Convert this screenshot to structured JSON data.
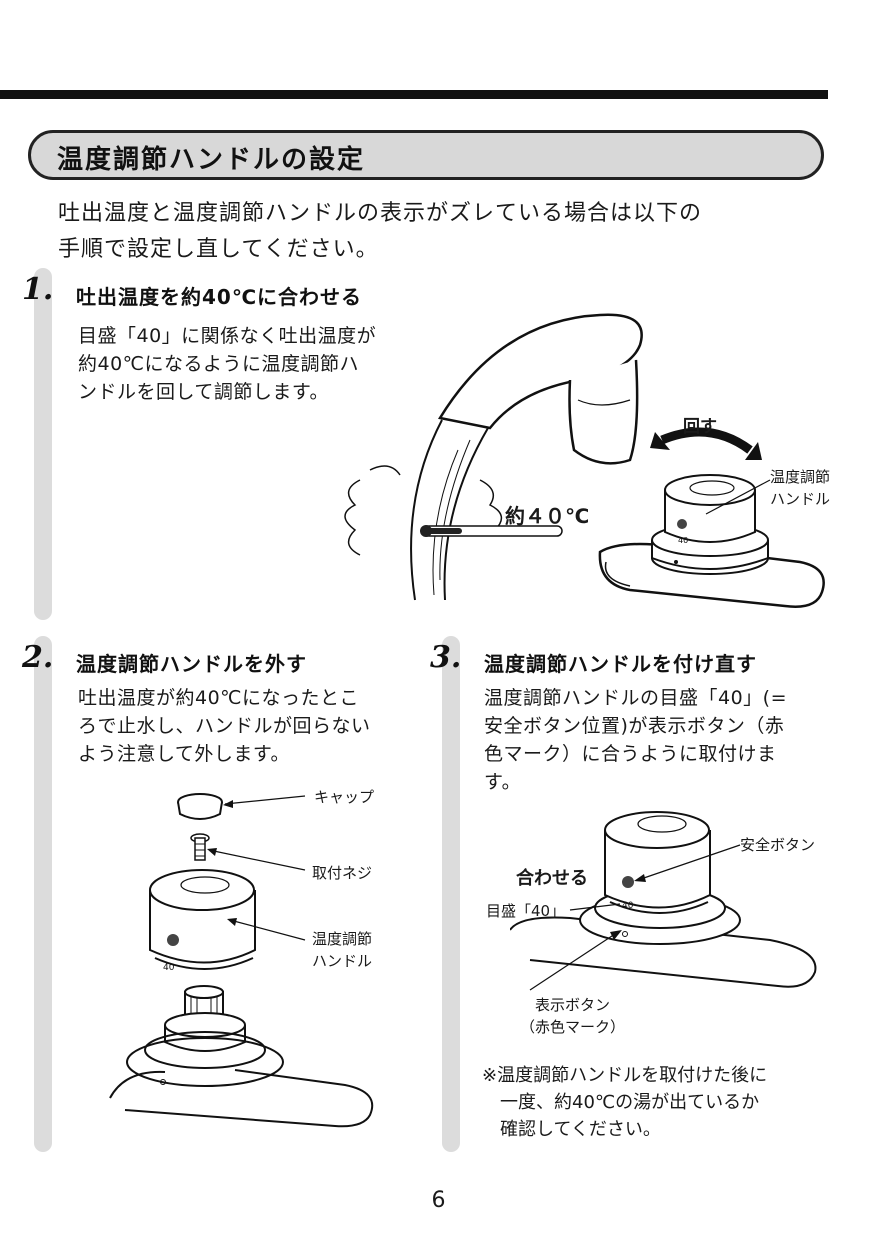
{
  "section": {
    "title": "温度調節ハンドルの設定"
  },
  "intro": {
    "line1": "吐出温度と温度調節ハンドルの表示がズレている場合は以下の",
    "line2": "手順で設定し直してください。"
  },
  "step1": {
    "number": "1.",
    "title": "吐出温度を約40℃に合わせる",
    "text_lines": [
      "目盛「40」に関係なく吐出温度が",
      "約40℃になるように温度調節ハ",
      "ンドルを回して調節します。"
    ],
    "figure": {
      "rotate_label": "回す",
      "temp_label": "約４０℃",
      "handle_label_1": "温度調節",
      "handle_label_2": "ハンドル",
      "dial_value": "40"
    }
  },
  "step2": {
    "number": "2.",
    "title": "温度調節ハンドルを外す",
    "text_lines": [
      "吐出温度が約40℃になったとこ",
      "ろで止水し、ハンドルが回らない",
      "よう注意して外します。"
    ],
    "figure": {
      "cap_label": "キャップ",
      "screw_label": "取付ネジ",
      "handle_label_1": "温度調節",
      "handle_label_2": "ハンドル",
      "dial_value": "40"
    }
  },
  "step3": {
    "number": "3.",
    "title": "温度調節ハンドルを付け直す",
    "text_lines": [
      "温度調節ハンドルの目盛「40」(=",
      "安全ボタン位置)が表示ボタン（赤",
      "色マーク）に合うように取付けま",
      "す。"
    ],
    "figure": {
      "safety_label": "安全ボタン",
      "align_label": "合わせる",
      "scale_label": "目盛「40」",
      "indicator_label_1": "表示ボタン",
      "indicator_label_2": "（赤色マーク）",
      "dial_value": "40"
    }
  },
  "note": {
    "line1": "※温度調節ハンドルを取付けた後に",
    "line2": "一度、約40℃の湯が出ているか",
    "line3": "確認してください。"
  },
  "page_number": "6"
}
